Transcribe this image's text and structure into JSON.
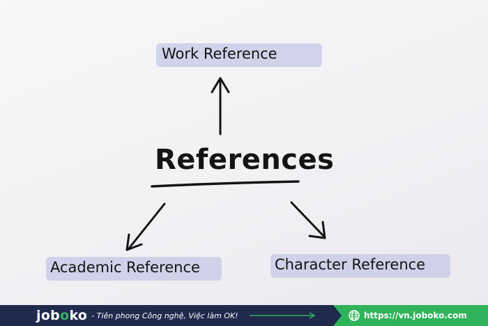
{
  "diagram": {
    "center": "References",
    "top": "Work Reference",
    "bottom_left": "Academic Reference",
    "bottom_right": "Character Reference"
  },
  "footer": {
    "brand_prefix": "job",
    "brand_o": "o",
    "brand_suffix": "ko",
    "tagline": "- Tiên phong Công nghệ, Việc làm OK!",
    "url": "https://vn.joboko.com"
  },
  "colors": {
    "highlight": "#c9cde6",
    "footer_dark": "#1f2a4d",
    "footer_green": "#2fb35a",
    "ink": "#141414"
  },
  "icons": [
    "arrow-right-icon",
    "globe-icon"
  ]
}
